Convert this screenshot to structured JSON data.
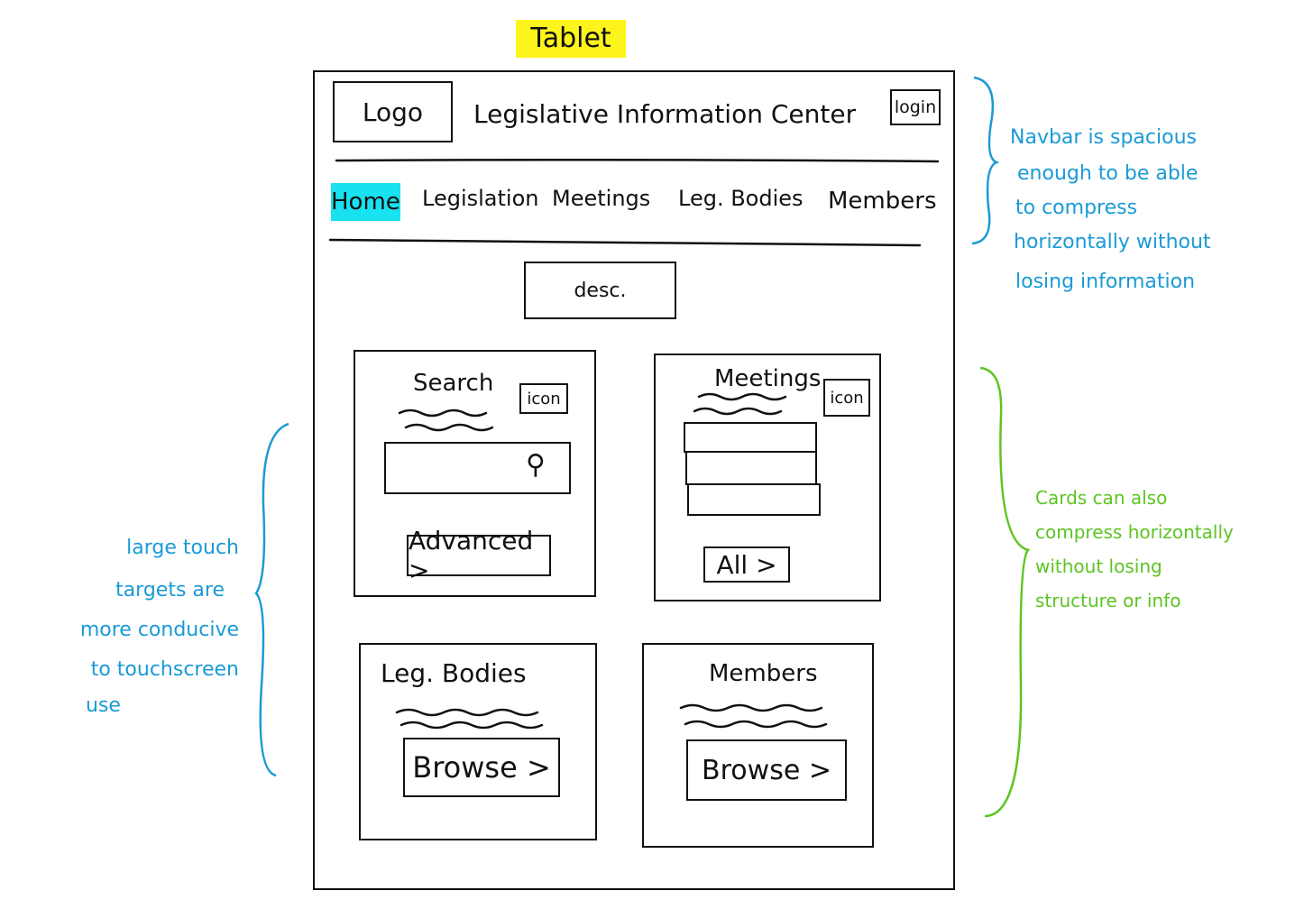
{
  "title": "Tablet",
  "navbar": {
    "logo": "Logo",
    "site_title": "Legislative Information Center",
    "login": "login",
    "items": [
      {
        "label": "Home",
        "active": true
      },
      {
        "label": "Legislation"
      },
      {
        "label": "Meetings"
      },
      {
        "label": "Leg. Bodies"
      },
      {
        "label": "Members"
      }
    ]
  },
  "desc": "desc.",
  "cards": {
    "search": {
      "title": "Search",
      "icon": "icon",
      "search_icon": "search-icon",
      "button": "Advanced >"
    },
    "meetings": {
      "title": "Meetings",
      "icon": "icon",
      "button": "All >"
    },
    "leg_bodies": {
      "title": "Leg. Bodies",
      "button": "Browse >"
    },
    "members": {
      "title": "Members",
      "button": "Browse >"
    }
  },
  "annotations": {
    "navbar": [
      "Navbar is spacious",
      "enough to be able",
      "to compress",
      "horizontally without",
      "losing information"
    ],
    "cards": [
      "Cards can also",
      "compress horizontally",
      "without losing",
      "structure or info"
    ],
    "touch": [
      "large touch",
      "targets are",
      "more conducive",
      "to touchscreen",
      "use"
    ]
  },
  "colors": {
    "highlight_yellow": "#fdf41b",
    "highlight_cyan": "#18e1f0",
    "note_blue": "#1a9ad6",
    "note_green": "#5dc422"
  }
}
